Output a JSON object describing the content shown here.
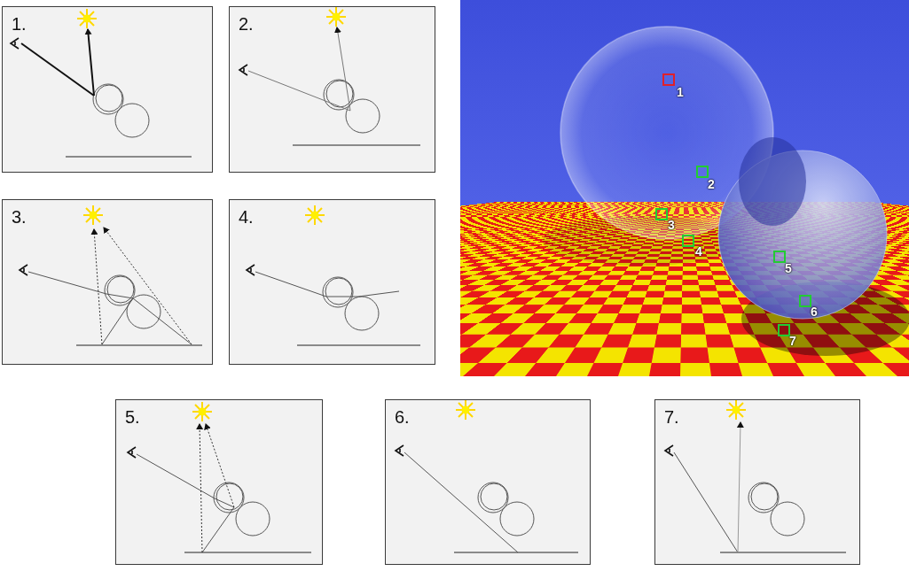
{
  "diagram": {
    "nodes": [
      {
        "text": [
          "1."
        ]
      },
      {
        "text": [
          "2."
        ]
      },
      {
        "text": [
          "3."
        ]
      },
      {
        "text": [
          "4."
        ]
      },
      {
        "text": [
          "5."
        ]
      },
      {
        "text": [
          "6."
        ]
      },
      {
        "text": [
          "7."
        ]
      }
    ],
    "labels": [
      "1",
      "2",
      "3",
      "4",
      "5",
      "6",
      "7"
    ]
  }
}
